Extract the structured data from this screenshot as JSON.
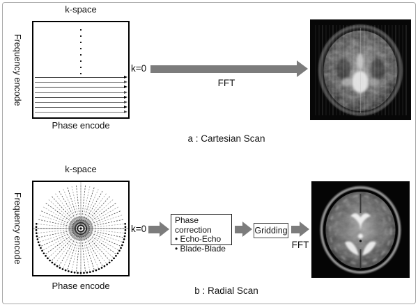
{
  "figure": {
    "panel_a": {
      "kspace_title": "k-space",
      "y_axis_label": "Frequency encode",
      "x_axis_label": "Phase encode",
      "k0_label": "k=0",
      "fft_label": "FFT",
      "caption": "a : Cartesian Scan"
    },
    "panel_b": {
      "kspace_title": "k-space",
      "y_axis_label": "Frequency encode",
      "x_axis_label": "Phase encode",
      "k0_label": "k=0",
      "phase_correction_box": {
        "title": "Phase correction",
        "items": [
          "• Echo-Echo",
          "• Blade-Blade"
        ]
      },
      "gridding_label": "Gridding",
      "fft_label": "FFT",
      "caption": "b : Radial Scan"
    },
    "colors": {
      "arrow_gray": "#7c7c7c",
      "frame_gray": "#a9a9a9",
      "line_dark": "#3d3d3d"
    }
  }
}
